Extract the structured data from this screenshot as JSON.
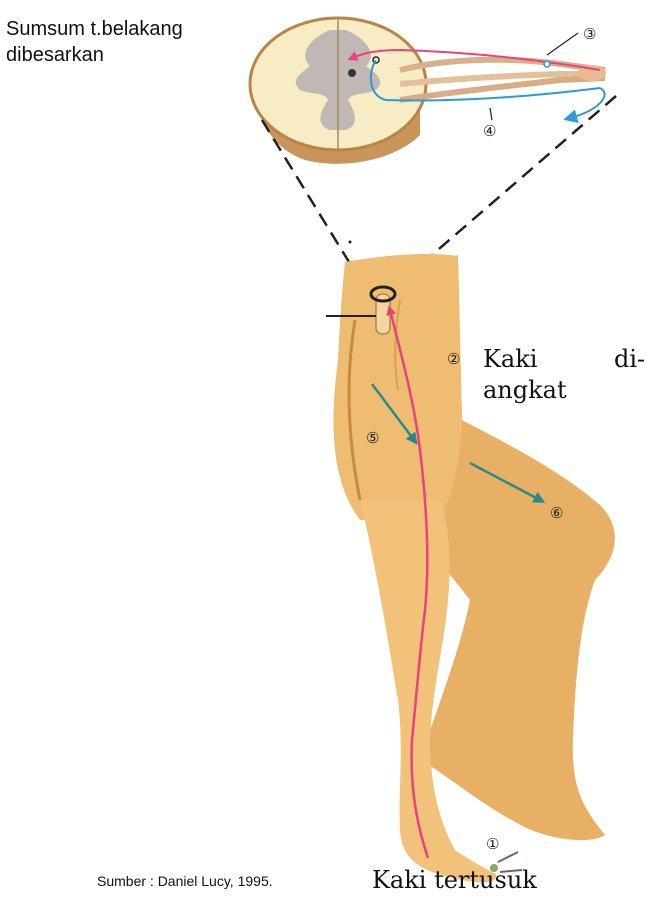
{
  "labels": {
    "title_line1": "Sumsum t.belakang",
    "title_line2": "dibesarkan",
    "lift_word1": "Kaki",
    "lift_word2": "di-",
    "lift_word3": "angkat",
    "source": "Sumber : Daniel Lucy, 1995.",
    "pricked": "Kaki tertusuk"
  },
  "markers": [
    "①",
    "②",
    "③",
    "④",
    "⑤",
    "⑥"
  ],
  "colors": {
    "skin": "#efbd72",
    "skin_dark": "#d9a257",
    "cord_white": "#fbf1c8",
    "cord_gray": "#bdb6b3",
    "cord_rim": "#c9955a",
    "sensory": "#e8437a",
    "motor": "#2a8a86",
    "efferent": "#2b9ad8"
  }
}
